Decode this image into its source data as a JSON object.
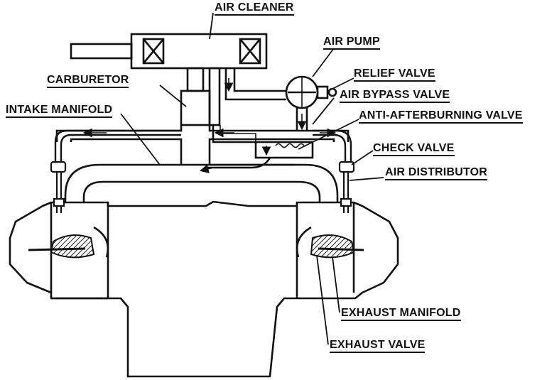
{
  "diagram": {
    "labels": {
      "air_cleaner": "AIR CLEANER",
      "air_pump": "AIR PUMP",
      "relief_valve": "RELIEF VALVE",
      "carburetor": "CARBURETOR",
      "air_bypass_valve": "AIR BYPASS VALVE",
      "intake_manifold": "INTAKE MANIFOLD",
      "anti_afterburning_valve": "ANTI-AFTERBURNING VALVE",
      "check_valve": "CHECK VALVE",
      "air_distributor": "AIR DISTRIBUTOR",
      "exhaust_manifold": "EXHAUST MANIFOLD",
      "exhaust_valve": "EXHAUST VALVE"
    },
    "colors": {
      "ink": "#111111",
      "paper": "#ffffff",
      "hatch": "#333333"
    }
  }
}
